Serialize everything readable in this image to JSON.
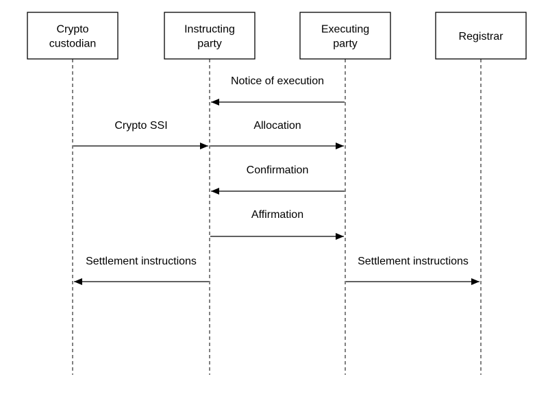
{
  "participants": [
    {
      "id": "crypto_custodian",
      "lines": [
        "Crypto",
        "custodian"
      ]
    },
    {
      "id": "instructing_party",
      "lines": [
        "Instructing",
        "party"
      ]
    },
    {
      "id": "executing_party",
      "lines": [
        "Executing",
        "party"
      ]
    },
    {
      "id": "registrar",
      "lines": [
        "Registrar"
      ]
    }
  ],
  "messages": [
    {
      "label": "Notice of execution",
      "from": "executing_party",
      "to": "instructing_party"
    },
    {
      "label": "Crypto SSI",
      "from": "crypto_custodian",
      "to": "instructing_party"
    },
    {
      "label": "Allocation",
      "from": "instructing_party",
      "to": "executing_party"
    },
    {
      "label": "Confirmation",
      "from": "executing_party",
      "to": "instructing_party"
    },
    {
      "label": "Affirmation",
      "from": "instructing_party",
      "to": "executing_party"
    },
    {
      "label": "Settlement instructions",
      "from": "instructing_party",
      "to": "crypto_custodian"
    },
    {
      "label": "Settlement instructions",
      "from": "executing_party",
      "to": "registrar"
    }
  ],
  "colors": {
    "line": "#000000",
    "box_fill": "#ffffff",
    "text": "#000000"
  }
}
